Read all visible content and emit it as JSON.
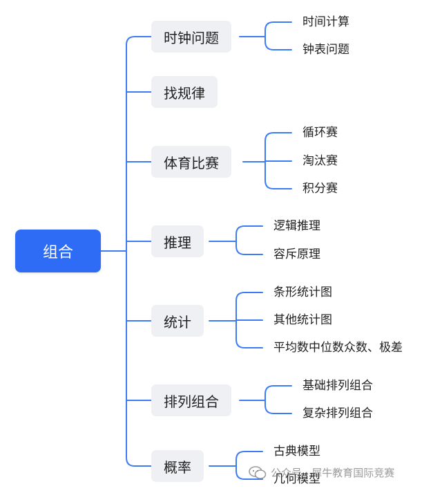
{
  "colors": {
    "root_bg": "#2f6cf6",
    "line": "#3d7bf5",
    "branch_bg": "#eef0f3"
  },
  "root": {
    "label": "组合"
  },
  "branches": [
    {
      "label": "时钟问题",
      "children": [
        "时间计算",
        "钟表问题"
      ]
    },
    {
      "label": "找规律",
      "children": []
    },
    {
      "label": "体育比赛",
      "children": [
        "循环赛",
        "淘汰赛",
        "积分赛"
      ]
    },
    {
      "label": "推理",
      "children": [
        "逻辑推理",
        "容斥原理"
      ]
    },
    {
      "label": "统计",
      "children": [
        "条形统计图",
        "其他统计图",
        "平均数中位数众数、极差"
      ]
    },
    {
      "label": "排列组合",
      "children": [
        "基础排列组合",
        "复杂排列组合"
      ]
    },
    {
      "label": "概率",
      "children": [
        "古典模型",
        "几何模型"
      ]
    }
  ],
  "watermark": {
    "text": "公众号 · 犀牛教育国际竞赛",
    "icon": "wechat-icon"
  }
}
